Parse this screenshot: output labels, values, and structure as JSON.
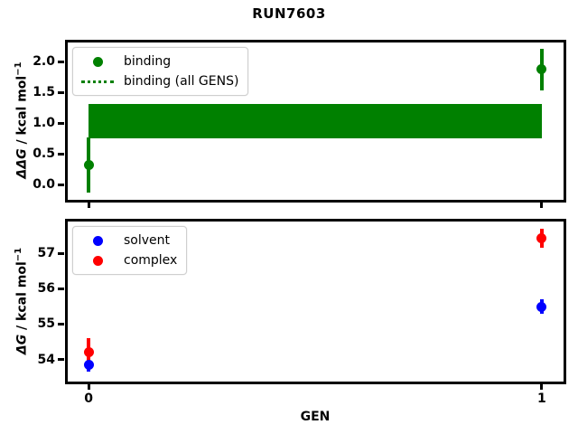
{
  "title": "RUN7603",
  "colors": {
    "binding": "#008000",
    "solvent": "#0000ff",
    "complex": "#ff0000",
    "axis": "#000000",
    "background": "#ffffff",
    "legend_border": "#cfcfcf"
  },
  "chart_data": [
    {
      "type": "scatter",
      "panel": "top",
      "ylabel_sym": "ΔΔG",
      "ylabel_rest": " / kcal mol",
      "ylabel_sup": "−1",
      "xlabel": "",
      "xlim": [
        -0.05,
        1.05
      ],
      "ylim": [
        -0.26,
        2.34
      ],
      "grid": false,
      "yticks": [
        {
          "v": 0.0,
          "label": "0.0"
        },
        {
          "v": 0.5,
          "label": "0.5"
        },
        {
          "v": 1.0,
          "label": "1.0"
        },
        {
          "v": 1.5,
          "label": "1.5"
        },
        {
          "v": 2.0,
          "label": "2.0"
        }
      ],
      "xticks": [
        {
          "v": 0,
          "label": "0"
        },
        {
          "v": 1,
          "label": "1"
        }
      ],
      "xticklabels_visible": false,
      "series": [
        {
          "name": "binding",
          "color": "#008000",
          "marker": "circle",
          "points": [
            {
              "x": 0,
              "y": 0.32,
              "err": 0.45
            },
            {
              "x": 1,
              "y": 1.87,
              "err": 0.34
            }
          ]
        }
      ],
      "band": {
        "name": "binding (all GENS)",
        "xmin": 0,
        "xmax": 1,
        "ymin": 0.75,
        "ymax": 1.31,
        "color": "#008000",
        "linestyle": "dotted"
      },
      "legend": {
        "position": "upper-left",
        "items": [
          {
            "label": "binding",
            "marker": "dot",
            "color": "#008000"
          },
          {
            "label": "binding (all GENS)",
            "marker": "dotted-line",
            "color": "#008000"
          }
        ]
      }
    },
    {
      "type": "scatter",
      "panel": "bottom",
      "ylabel_sym": "ΔG",
      "ylabel_rest": " / kcal mol",
      "ylabel_sup": "−1",
      "xlabel": "GEN",
      "xlim": [
        -0.05,
        1.05
      ],
      "ylim": [
        53.35,
        57.95
      ],
      "grid": false,
      "yticks": [
        {
          "v": 54,
          "label": "54"
        },
        {
          "v": 55,
          "label": "55"
        },
        {
          "v": 56,
          "label": "56"
        },
        {
          "v": 57,
          "label": "57"
        }
      ],
      "xticks": [
        {
          "v": 0,
          "label": "0"
        },
        {
          "v": 1,
          "label": "1"
        }
      ],
      "xticklabels_visible": true,
      "series": [
        {
          "name": "solvent",
          "color": "#0000ff",
          "marker": "circle",
          "points": [
            {
              "x": 0,
              "y": 53.85,
              "err": 0.19
            },
            {
              "x": 1,
              "y": 55.49,
              "err": 0.2
            }
          ]
        },
        {
          "name": "complex",
          "color": "#ff0000",
          "marker": "circle",
          "points": [
            {
              "x": 0,
              "y": 54.21,
              "err": 0.38
            },
            {
              "x": 1,
              "y": 57.43,
              "err": 0.27
            }
          ]
        }
      ],
      "legend": {
        "position": "upper-left",
        "items": [
          {
            "label": "solvent",
            "marker": "dot",
            "color": "#0000ff"
          },
          {
            "label": "complex",
            "marker": "dot",
            "color": "#ff0000"
          }
        ]
      }
    }
  ]
}
